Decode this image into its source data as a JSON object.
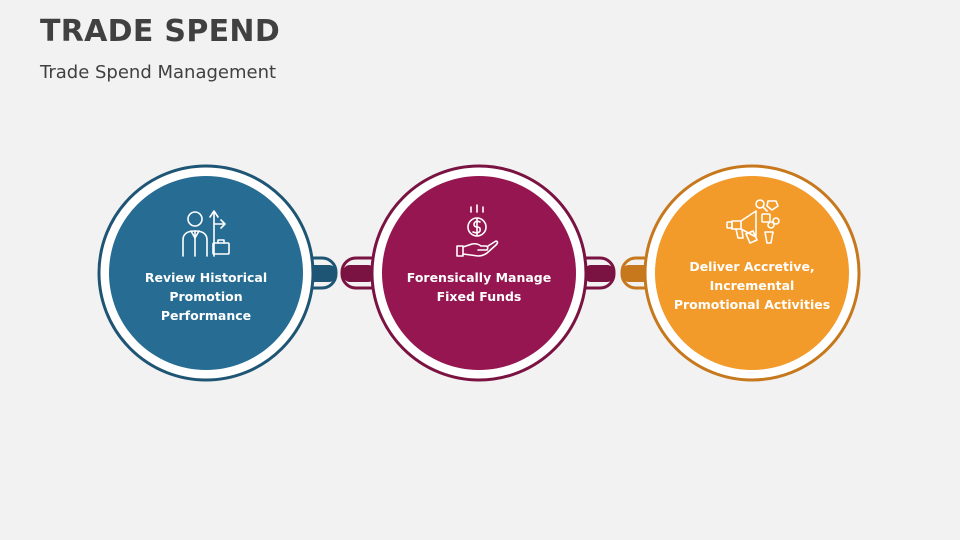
{
  "header": {
    "title": "TRADE SPEND",
    "subtitle": "Trade Spend Management"
  },
  "steps": [
    {
      "label": "Review Historical Promotion Performance",
      "icon": "businessman-growth-icon",
      "color": "#266c93",
      "ring": "#1f5574"
    },
    {
      "label": "Forensically Manage Fixed Funds",
      "icon": "money-hand-icon",
      "color": "#951650",
      "ring": "#7a1341"
    },
    {
      "label": "Deliver Accretive, Incremental Promotional Activities",
      "icon": "megaphone-promotion-icon",
      "color": "#f29b2a",
      "ring": "#c7781c"
    }
  ]
}
